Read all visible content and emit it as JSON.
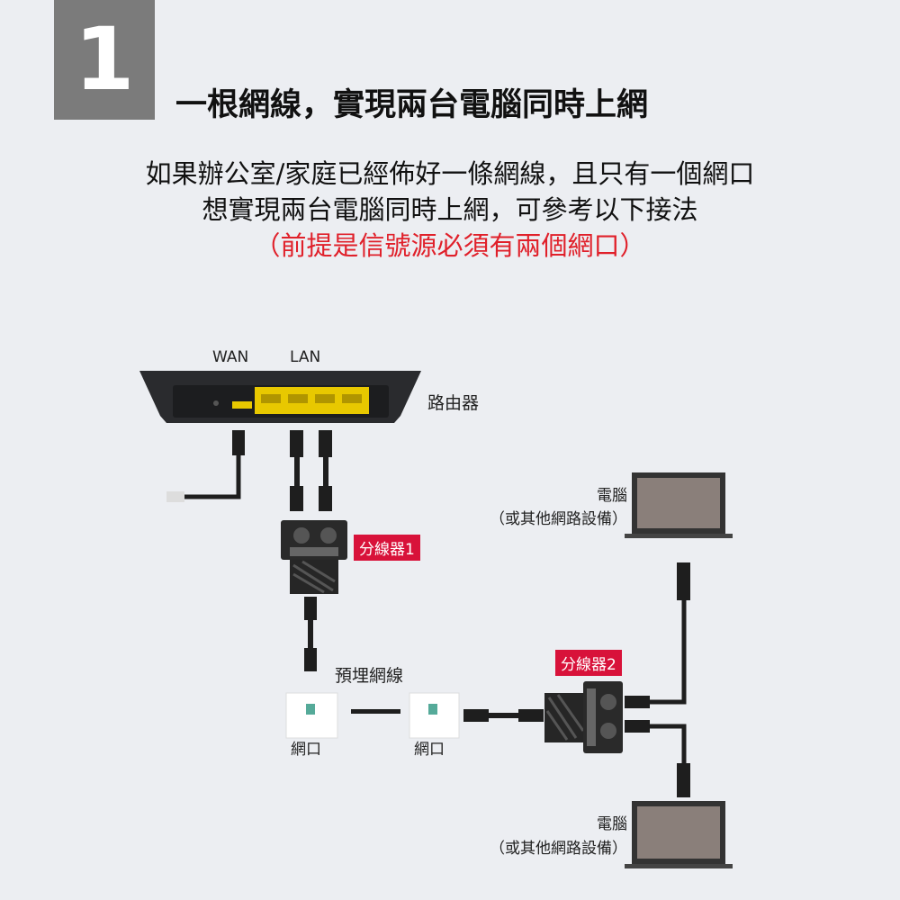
{
  "step_number": "1",
  "title": "一根網線，實現兩台電腦同時上網",
  "description": {
    "line1": "如果辦公室/家庭已經佈好一條網線，且只有一個網口",
    "line2": "想實現兩台電腦同時上網，可參考以下接法",
    "note": "（前提是信號源必須有兩個網口）"
  },
  "diagram": {
    "wan_label": "WAN",
    "lan_label": "LAN",
    "router_label": "路由器",
    "splitter1_label": "分線器1",
    "splitter2_label": "分線器2",
    "cable_label": "預埋網線",
    "port1_label": "網口",
    "port2_label": "網口",
    "computer1": {
      "name": "電腦",
      "note": "（或其他網路設備）"
    },
    "computer2": {
      "name": "電腦",
      "note": "（或其他網路設備）"
    }
  },
  "colors": {
    "note": "#e0202a",
    "tag": "#d8123a",
    "port_yellow": "#e8c800"
  }
}
